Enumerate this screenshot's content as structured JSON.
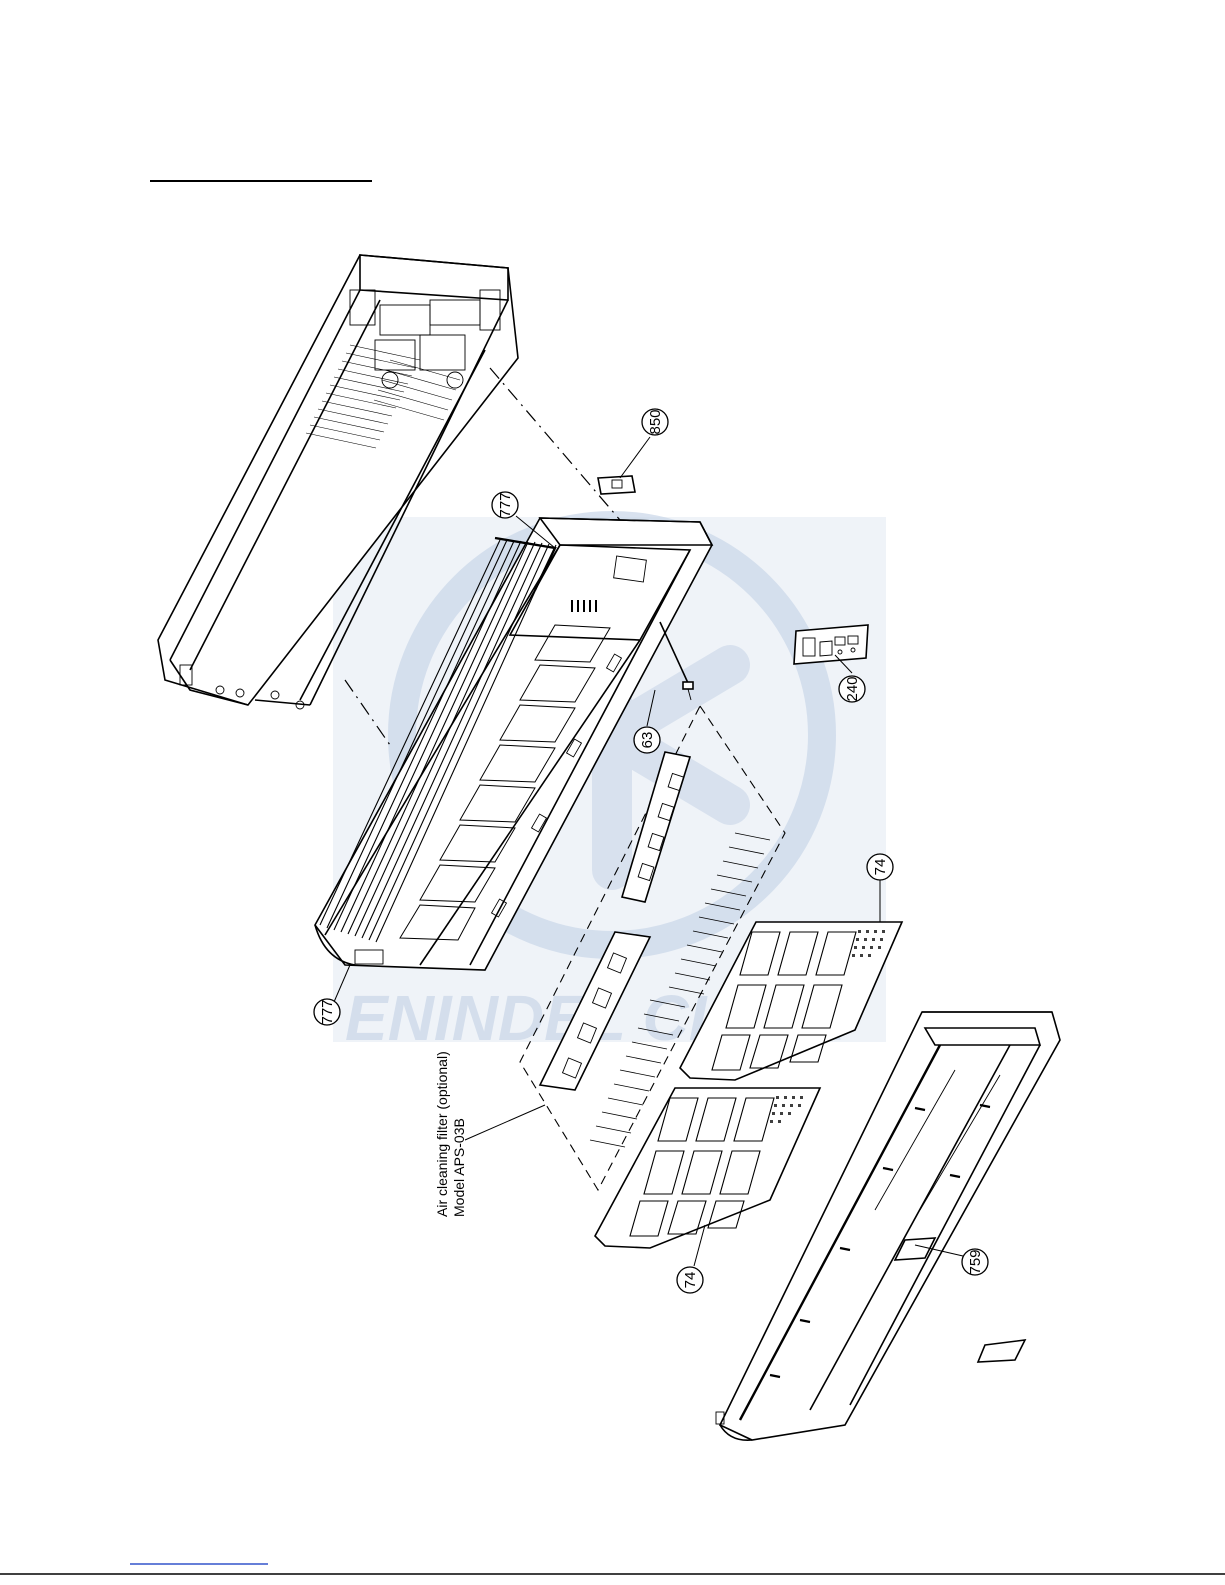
{
  "callouts": {
    "c850": "850",
    "c777a": "777",
    "c777b": "777",
    "c63": "63",
    "c240": "240",
    "c74a": "74",
    "c74b": "74",
    "c759": "759"
  },
  "note": {
    "line1": "Air cleaning filter (optional)",
    "line2": "Model APS-03B"
  },
  "watermark": {
    "text": "ENINDEL CLIMA",
    "color": "#c9d6e8"
  },
  "colors": {
    "line": "#000000",
    "background": "#ffffff",
    "footer_rule": "#3355cc"
  }
}
